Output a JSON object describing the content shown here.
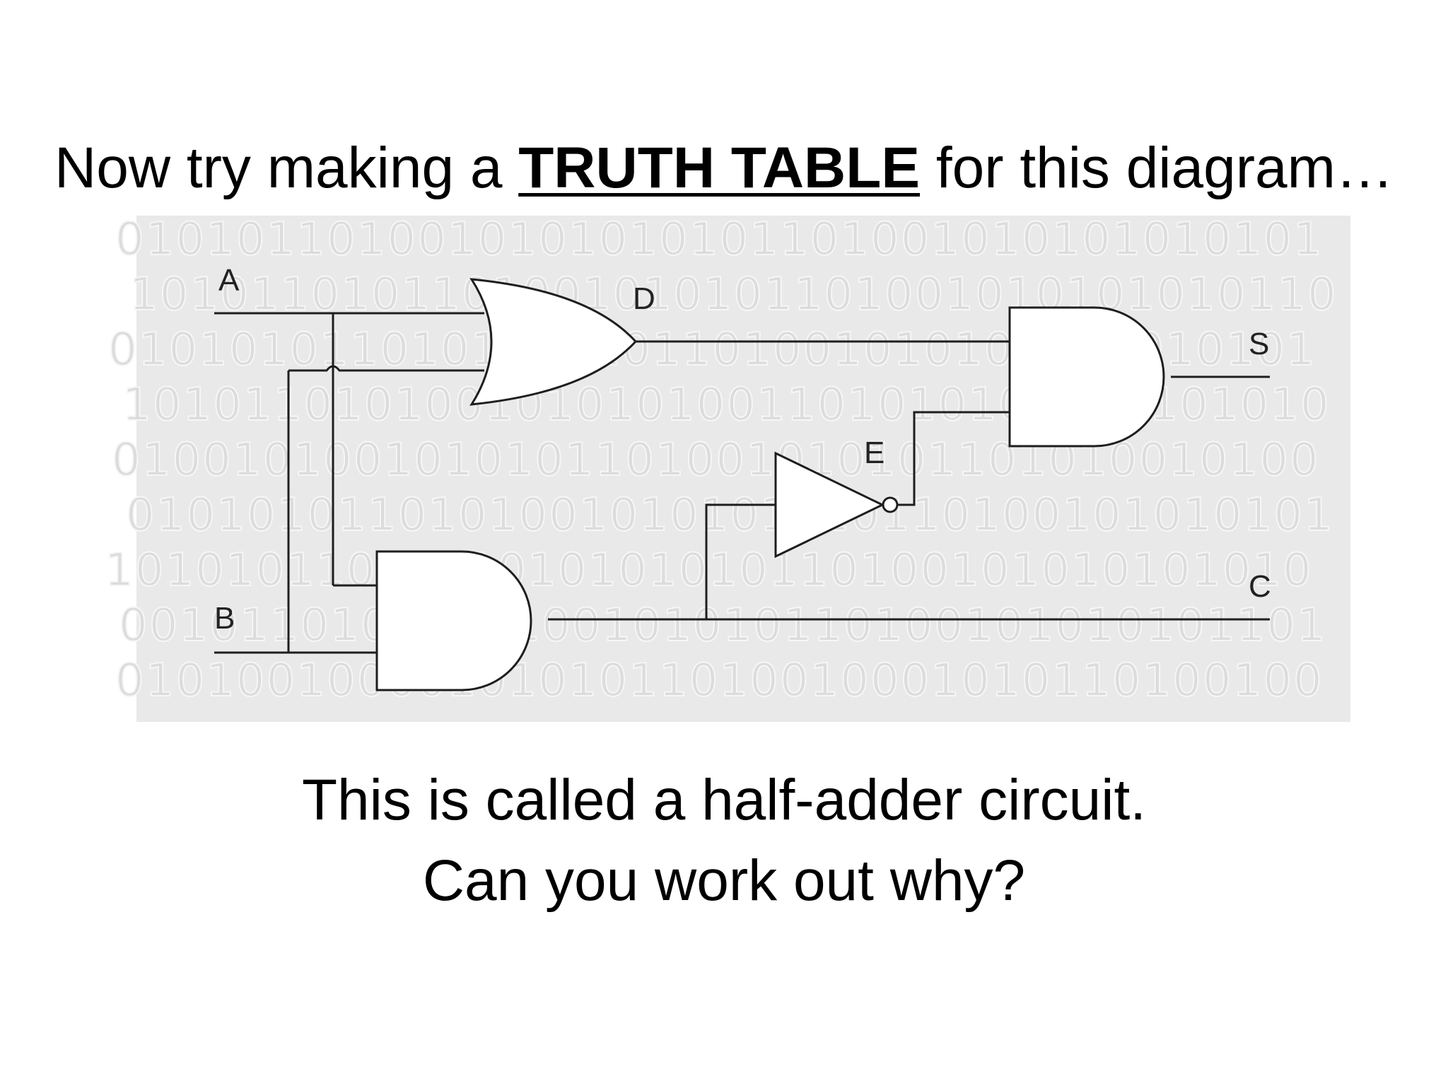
{
  "title": {
    "before": "Now try making a ",
    "emphasis": "TRUTH TABLE",
    "after": " for this diagram…"
  },
  "diagram": {
    "background_rows": [
      "0101011010010101010101101001010101010101",
      "1010110101101001010101101001010101010110",
      "0101010110101010101101001010101011010101",
      "1010110101001010101001101010101010101010",
      "0100101001010101101001010101101010010100",
      "0101010110101001010101010110100101010101",
      "1010101100101010101010110100101010101010",
      "0010110101010100101010110100101010101101",
      "0101001000010101011010010001010110100100"
    ],
    "signals": {
      "a": "A",
      "b": "B",
      "c": "C",
      "d": "D",
      "e": "E",
      "s": "S"
    },
    "gates": [
      "OR",
      "AND",
      "NOT",
      "AND"
    ]
  },
  "caption": {
    "line1": "This is called a half-adder circuit.",
    "line2": "Can you work out why?"
  }
}
